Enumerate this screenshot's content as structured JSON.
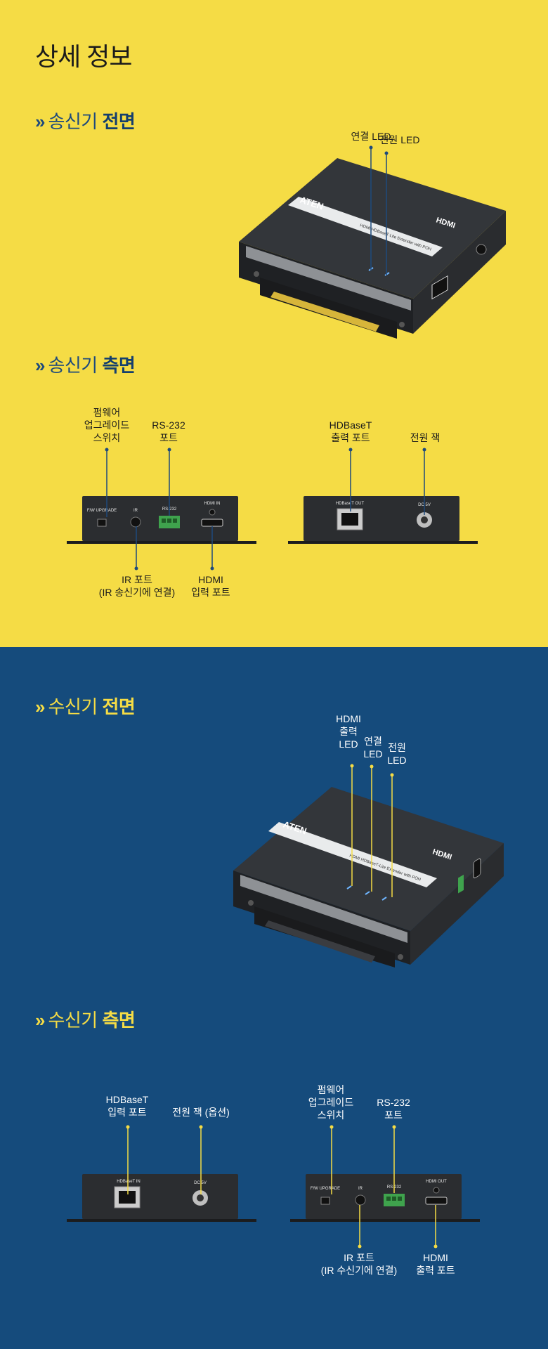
{
  "page_title": "상세 정보",
  "sections": {
    "tx_front": {
      "arrow": "»",
      "prefix": "송신기 ",
      "bold": "전면"
    },
    "tx_side": {
      "arrow": "»",
      "prefix": "송신기 ",
      "bold": "측면"
    },
    "rx_front": {
      "arrow": "»",
      "prefix": "수신기 ",
      "bold": "전면"
    },
    "rx_side": {
      "arrow": "»",
      "prefix": "수신기 ",
      "bold": "측면"
    }
  },
  "tx_front_labels": {
    "link_led": "연결 LED",
    "power_led": "전원 LED"
  },
  "tx_side_labels": {
    "fw_switch": "펌웨어\n업그레이드\n스위치",
    "rs232": "RS-232\n포트",
    "hdbaset_out": "HDBaseT\n출력 포트",
    "power_jack": "전원 잭",
    "ir_port": "IR 포트\n(IR 송신기에 연결)",
    "hdmi_in": "HDMI\n입력 포트"
  },
  "rx_front_labels": {
    "hdmi_out_led": "HDMI\n출력\nLED",
    "link_led": "연결\nLED",
    "power_led": "전원\nLED"
  },
  "rx_side_labels": {
    "hdbaset_in": "HDBaseT\n입력 포트",
    "power_jack": "전원 잭 (옵션)",
    "fw_switch": "펌웨어\n업그레이드\n스위치",
    "rs232": "RS-232\n포트",
    "ir_port": "IR 포트\n(IR 수신기에 연결)",
    "hdmi_out": "HDMI\n출력 포트"
  },
  "device_text": {
    "brand": "ATEN",
    "hdmi_logo": "HDMI",
    "product_tx": "HDMI HDBaseT-Lite Extender with POH",
    "product_rx": "HDMI HDBaseT-Lite Extender with POH",
    "port_fw": "F/W UPGRADE",
    "port_ir": "IR",
    "port_rs232": "RS-232",
    "port_hdmi_in": "HDMI IN",
    "port_hdmi_out": "HDMI OUT",
    "port_hdbaset_out": "HDBaseT OUT",
    "port_hdbaset_in": "HDBaseT IN",
    "port_dc": "DC 5V"
  },
  "colors": {
    "yellow": "#f5dc45",
    "navy": "#154b7c",
    "device": "#2b2d30",
    "terminal_green": "#3fa34d"
  }
}
